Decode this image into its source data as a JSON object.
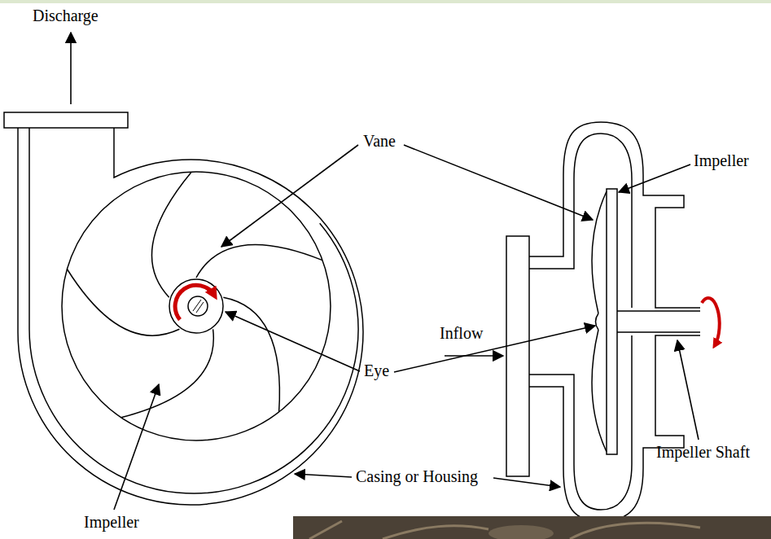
{
  "diagram": {
    "labels": [
      "Discharge",
      "Vane",
      "Impeller",
      "Eye",
      "Inflow",
      "Impeller Shaft",
      "Casing or Housing",
      "Impeller"
    ]
  }
}
